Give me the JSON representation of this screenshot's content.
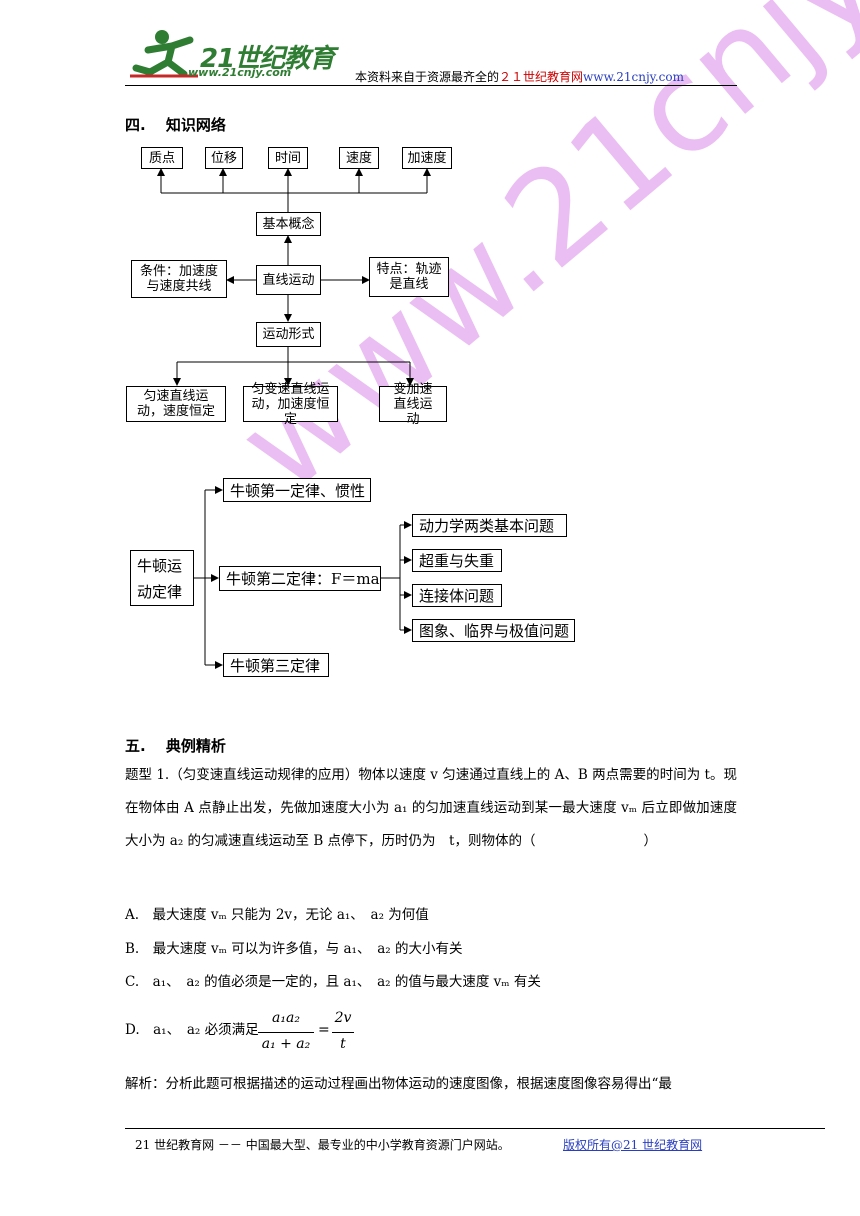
{
  "header": {
    "logo_text": "21世纪教育",
    "logo_url": "www.21cnjy.com",
    "note_prefix": "本资料来自于资源最齐全的",
    "note_red": "２１世纪教育网",
    "note_url": "www.21cnjy.com"
  },
  "watermark": "www.21cnjy.com",
  "section4": {
    "title": "四.　 知识网络",
    "diagram1": {
      "top_boxes": [
        "质点",
        "位移",
        "时间",
        "速度",
        "加速度"
      ],
      "basic": "基本概念",
      "center": "直线运动",
      "left": "条件：加速度与速度共线",
      "right": "特点：轨迹是直线",
      "form": "运动形式",
      "bottom_boxes": [
        "匀速直线运动，速度恒定",
        "匀变速直线运动，加速度恒定",
        "变加速直线运动"
      ]
    },
    "diagram2": {
      "root": "牛顿运动定律",
      "first": "牛顿第一定律、惯性",
      "second": "牛顿第二定律：F＝ma",
      "third": "牛顿第三定律",
      "sub": [
        "动力学两类基本问题",
        "超重与失重",
        "连接体问题",
        "图象、临界与极值问题"
      ]
    }
  },
  "section5": {
    "title": "五.　 典例精析",
    "question": "题型 1.（匀变速直线运动规律的应用）物体以速度 v 匀速通过直线上的 A、B 两点需要的时间为 t。现在物体由 A 点静止出发，先做加速度大小为 a₁ 的匀加速直线运动到某一最大速度 vₘ 后立即做加速度大小为 a₂ 的匀减速直线运动至 B 点停下，历时仍为　t，则物体的（　　　　　　　　）",
    "options": {
      "A": "A.　最大速度 vₘ 只能为 2v，无论 a₁、　a₂ 为何值",
      "B": "B.　最大速度 vₘ 可以为许多值，与 a₁、　a₂ 的大小有关",
      "C": "C.　a₁、　a₂ 的值必须是一定的，且 a₁、　a₂ 的值与最大速度 vₘ 有关",
      "D": "D.　a₁、　a₂ 必须满足"
    },
    "formula_num": "a₁a₂",
    "formula_den": "a₁ + a₂",
    "formula_rhs_num": "2v",
    "formula_rhs_den": "t",
    "analysis": "解析：分析此题可根据描述的运动过程画出物体运动的速度图像，根据速度图像容易得出“最"
  },
  "footer": {
    "left": "21 世纪教育网 －－ 中国最大型、最专业的中小学教育资源门户网站。",
    "right": "版权所有@21 世纪教育网"
  }
}
